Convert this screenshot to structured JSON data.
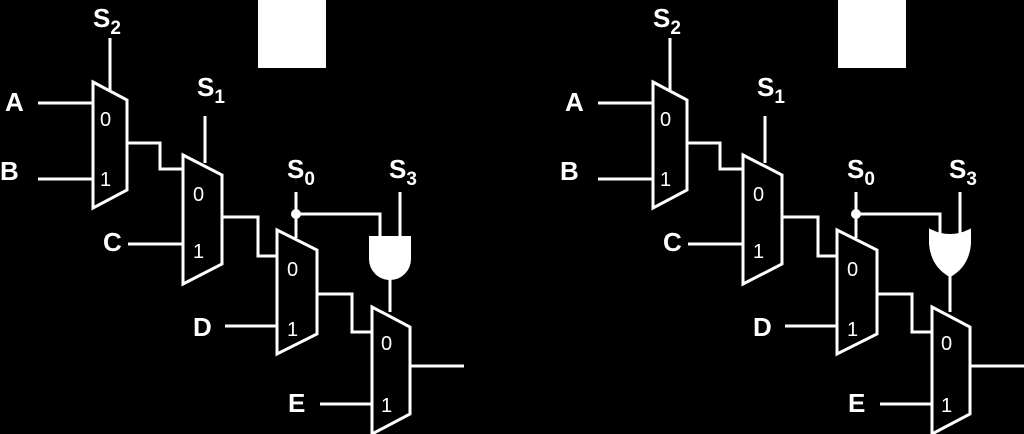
{
  "colors": {
    "background": "#000000",
    "foreground": "#ffffff"
  },
  "circuits": [
    {
      "id": "left",
      "gate": "and",
      "inputs": [
        "A",
        "B",
        "C",
        "D",
        "E"
      ],
      "selects": {
        "s2": {
          "base": "S",
          "sub": "2"
        },
        "s1": {
          "base": "S",
          "sub": "1"
        },
        "s0": {
          "base": "S",
          "sub": "0"
        },
        "s3": {
          "base": "S",
          "sub": "3"
        }
      },
      "mux_ports": {
        "zero": "0",
        "one": "1"
      }
    },
    {
      "id": "right",
      "gate": "or",
      "inputs": [
        "A",
        "B",
        "C",
        "D",
        "E"
      ],
      "selects": {
        "s2": {
          "base": "S",
          "sub": "2"
        },
        "s1": {
          "base": "S",
          "sub": "1"
        },
        "s0": {
          "base": "S",
          "sub": "0"
        },
        "s3": {
          "base": "S",
          "sub": "3"
        }
      },
      "mux_ports": {
        "zero": "0",
        "one": "1"
      }
    }
  ]
}
